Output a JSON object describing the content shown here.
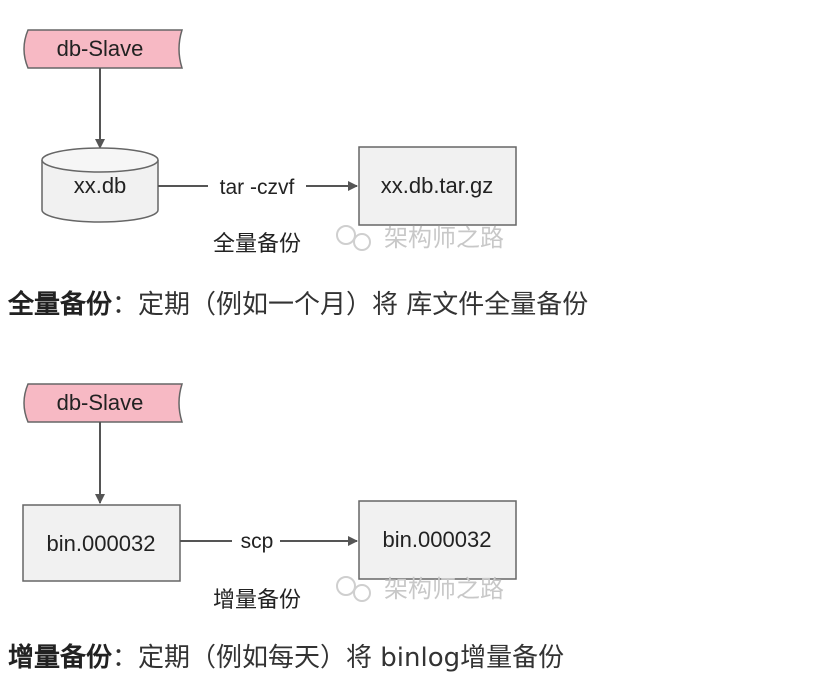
{
  "full_backup_diagram": {
    "source_banner": "db-Slave",
    "database": "xx.db",
    "command": "tar -czvf",
    "output_file": "xx.db.tar.gz",
    "label": "全量备份",
    "watermark": "架构师之路"
  },
  "full_backup_caption": {
    "term": "全量备份",
    "separator": "：",
    "description": "定期（例如一个月）将 库文件全量备份"
  },
  "incremental_diagram": {
    "source_banner": "db-Slave",
    "source_file": "bin.000032",
    "command": "scp",
    "target_file": "bin.000032",
    "label": "增量备份",
    "watermark": "架构师之路"
  },
  "incremental_caption": {
    "term": "增量备份",
    "separator": "：",
    "description": "定期（例如每天）将 binlog增量备份"
  },
  "colors": {
    "banner_fill": "#f7b9c4",
    "box_fill": "#f1f1f1",
    "line": "#555555",
    "watermark": "#c8c8c8"
  }
}
